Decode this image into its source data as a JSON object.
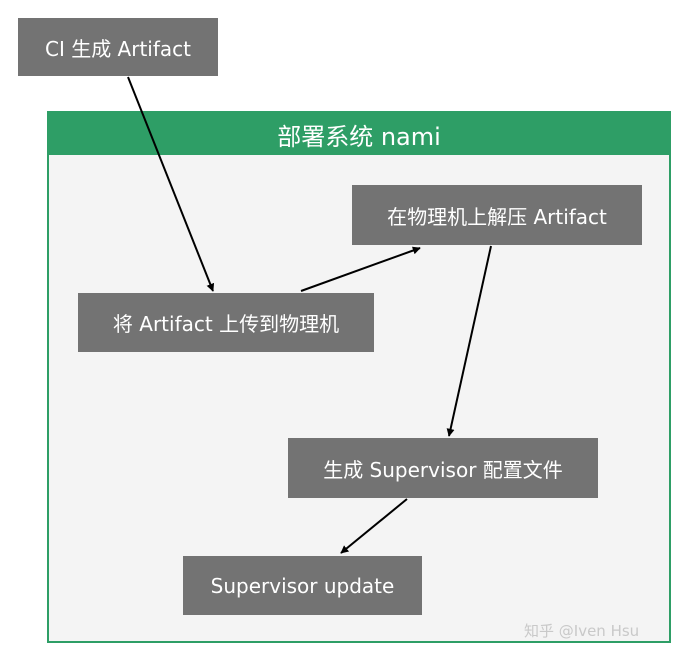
{
  "container": {
    "title": "部署系统 nami",
    "border_color": "#2e9e66",
    "fill_color": "#f4f4f4"
  },
  "nodes": {
    "ci": "CI 生成 Artifact",
    "upload": "将 Artifact 上传到物理机",
    "extract": "在物理机上解压 Artifact",
    "generate_config": "生成 Supervisor 配置文件",
    "supervisor_update": "Supervisor update"
  },
  "node_color": "#737373",
  "edges": [
    [
      "ci",
      "upload"
    ],
    [
      "upload",
      "extract"
    ],
    [
      "extract",
      "generate_config"
    ],
    [
      "generate_config",
      "supervisor_update"
    ]
  ],
  "watermark": "知乎 @Iven Hsu"
}
